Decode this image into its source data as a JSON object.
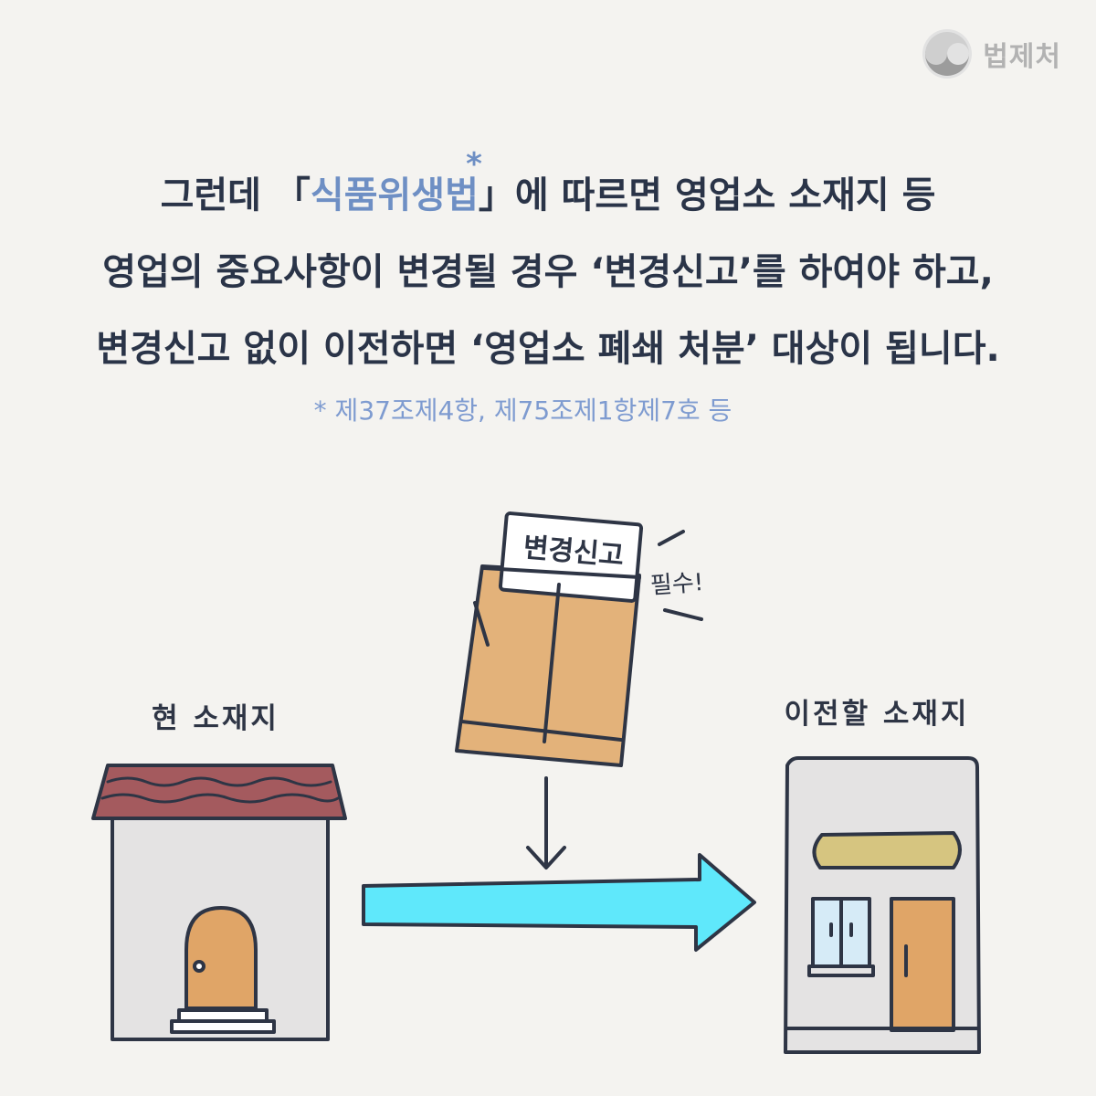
{
  "logo": {
    "text": "법제처"
  },
  "main": {
    "line1_pre": "그런데 「",
    "line1_highlight": "식품위생법",
    "line1_mark": "*",
    "line1_post": "」에 따르면 영업소 소재지 등",
    "line2": "영업의 중요사항이 변경될 경우 ‘변경신고’를 하여야 하고,",
    "line3": "변경신고 없이 이전하면 ‘영업소 폐쇄 처분’ 대상이 됩니다."
  },
  "footnote": "* 제37조제4항, 제75조제1항제7호 등",
  "illustration": {
    "current_label": "현 소재지",
    "new_label": "이전할 소재지",
    "document_label": "변경신고",
    "required_label": "필수!"
  },
  "colors": {
    "text": "#2a3448",
    "highlight": "#6e8fc4",
    "arrow": "#5fe8fb",
    "envelope": "#e3b27a",
    "roof": "#a45a5e",
    "door": "#e0a567",
    "sign": "#d6c580"
  }
}
